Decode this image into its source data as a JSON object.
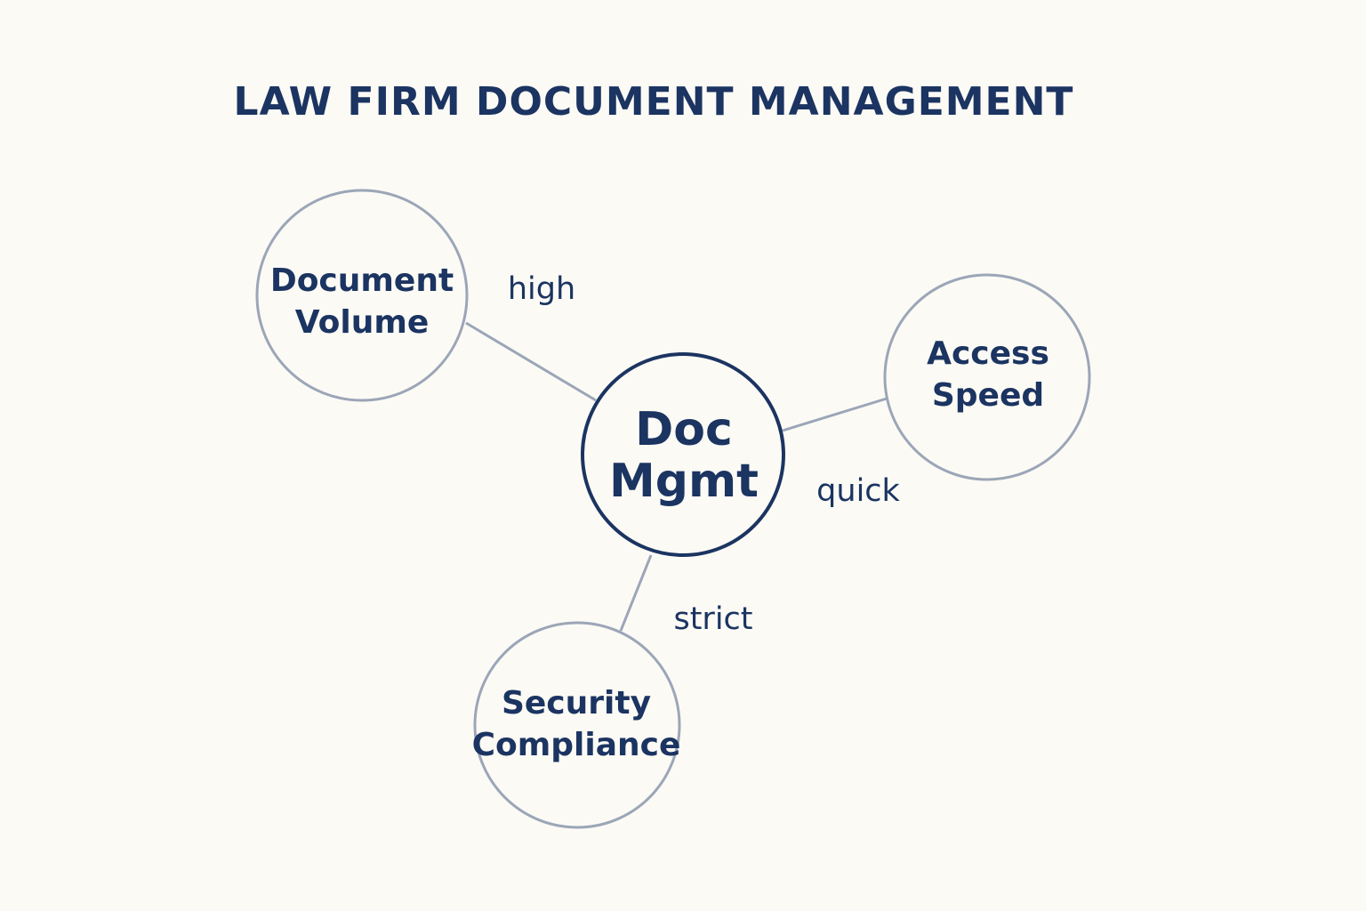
{
  "title": "LAW FIRM DOCUMENT MANAGEMENT",
  "colors": {
    "background": "#fcfaf5",
    "text": "#1b3461",
    "center_stroke": "#1b3461",
    "node_stroke": "#9ba6b7",
    "edge": "#9ba6b7"
  },
  "center_node": {
    "line1": "Doc",
    "line2": "Mgmt"
  },
  "nodes": {
    "document_volume": {
      "line1": "Document",
      "line2": "Volume"
    },
    "access_speed": {
      "line1": "Access",
      "line2": "Speed"
    },
    "security_compliance": {
      "line1": "Security",
      "line2": "Compliance"
    }
  },
  "edges": {
    "document_volume": "high",
    "access_speed": "quick",
    "security_compliance": "strict"
  }
}
